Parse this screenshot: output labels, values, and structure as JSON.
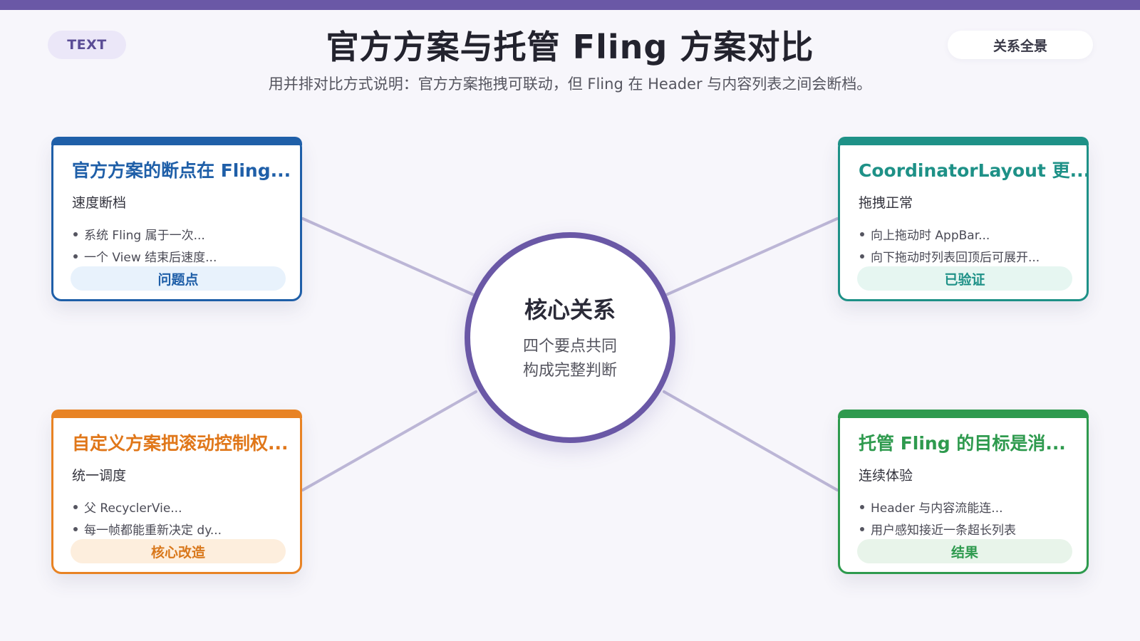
{
  "header": {
    "tag": "TEXT",
    "title": "官方方案与托管 Fling 方案对比",
    "subtitle": "用并排对比方式说明：官方方案拖拽可联动，但 Fling 在 Header 与内容列表之间会断档。",
    "overview_label": "关系全景"
  },
  "hub": {
    "title": "核心关系",
    "line1": "四个要点共同",
    "line2": "构成完整判断"
  },
  "cards": {
    "top_left": {
      "title": "官方方案的断点在 Fling...",
      "subtitle": "速度断档",
      "bullets": [
        "系统 Fling 属于一次...",
        "一个 View 结束后速度..."
      ],
      "badge": "问题点",
      "accent": "#1f5fa8"
    },
    "top_right": {
      "title": "CoordinatorLayout 更...",
      "subtitle": "拖拽正常",
      "bullets": [
        "向上拖动时 AppBar...",
        "向下拖动时列表回顶后可展开..."
      ],
      "badge": "已验证",
      "accent": "#1e9187"
    },
    "bottom_left": {
      "title": "自定义方案把滚动控制权...",
      "subtitle": "统一调度",
      "bullets": [
        "父 RecyclerVie...",
        "每一帧都能重新决定 dy..."
      ],
      "badge": "核心改造",
      "accent": "#e88324"
    },
    "bottom_right": {
      "title": "托管 Fling 的目标是消...",
      "subtitle": "连续体验",
      "bullets": [
        "Header 与内容流能连...",
        "用户感知接近一条超长列表"
      ],
      "badge": "结果",
      "accent": "#2e9a4e"
    }
  },
  "colors": {
    "top_bar": "#6a58a6",
    "hub_ring": "#6a58a6",
    "connector": "#bcb6d6"
  }
}
